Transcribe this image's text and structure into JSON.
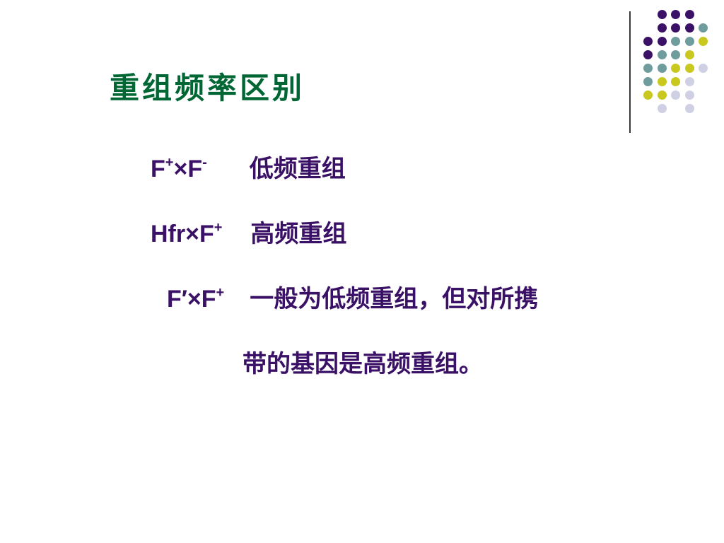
{
  "title": "重组频率区别",
  "colors": {
    "title": "#006633",
    "body": "#3a1166",
    "divider": "#3a3a3a",
    "dot_purple": "#3a1166",
    "dot_teal": "#6f9c9c",
    "dot_yellow": "#c8c81e",
    "dot_lavender": "#d0d0e4"
  },
  "rows": [
    {
      "cross_base": "F",
      "cross_sup": "+",
      "cross_mid": "×F",
      "cross_sup2": "-",
      "desc": "低频重组"
    },
    {
      "cross_base": "Hfr",
      "cross_sup": "",
      "cross_mid": "×F",
      "cross_sup2": "+",
      "desc": "高频重组"
    },
    {
      "cross_base": "F′",
      "cross_sup": "",
      "cross_mid": "×F",
      "cross_sup2": "+",
      "desc": "一般为低频重组，但对所携"
    }
  ],
  "continuation": "带的基因是高频重组。"
}
